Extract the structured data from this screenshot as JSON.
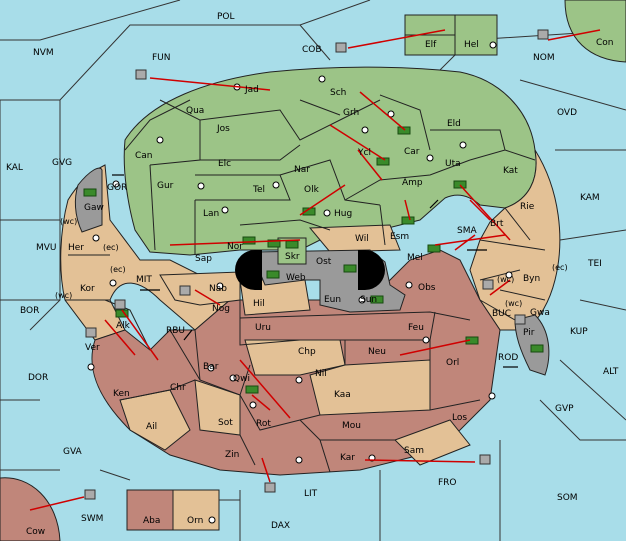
{
  "colors": {
    "sea": "#a8dde9",
    "green": "#9cc487",
    "tan": "#e3c196",
    "red": "#c0867a",
    "grey": "#9a9a9a",
    "black": "#000000",
    "arrow": "#d00000",
    "unit_green": "#3a8a2a"
  },
  "sea_labels": {
    "pol": "POL",
    "nvm": "NVM",
    "fun": "FUN",
    "cob": "COB",
    "nom": "NOM",
    "ovd": "OVD",
    "kal": "KAL",
    "gvg": "GVG",
    "gor": "GOR",
    "mvu": "MVU",
    "bor": "BOR",
    "mit": "MIT",
    "dor": "DOR",
    "rbu": "RBU",
    "gva": "GVA",
    "swm": "SWM",
    "lit": "LIT",
    "dax": "DAX",
    "fro": "FRO",
    "som": "SOM",
    "gvp": "GVP",
    "alt": "ALT",
    "kup": "KUP",
    "tei": "TEI",
    "kam": "KAM",
    "sma": "SMA",
    "buc": "BUC",
    "rod": "ROD"
  },
  "land_labels": {
    "elf": "Elf",
    "hel": "Hel",
    "con": "Con",
    "jad": "Jad",
    "sch": "Sch",
    "qua": "Qua",
    "grh": "Grh",
    "jos": "Jos",
    "can": "Can",
    "car": "Car",
    "eld": "Eld",
    "ycl": "Ycl",
    "uta": "Uta",
    "kat": "Kat",
    "elc": "Elc",
    "nar": "Nar",
    "amp": "Amp",
    "tel": "Tel",
    "olk": "Olk",
    "gur": "Gur",
    "lan": "Lan",
    "hug": "Hug",
    "rie": "Rie",
    "brt": "Brt",
    "esm": "Esm",
    "gaw": "Gaw",
    "nor": "Nor",
    "skr": "Skr",
    "wil": "Wil",
    "sap": "Sap",
    "ost": "Ost",
    "web": "Web",
    "mel": "Mel",
    "her": "Her",
    "byn": "Byn",
    "kor": "Kor",
    "nab": "Nab",
    "obs": "Obs",
    "hil": "Hil",
    "eun": "Eun",
    "sun": "Sun",
    "gwa": "Gwa",
    "nog": "Nog",
    "alk": "Alk",
    "pir": "Pir",
    "uru": "Uru",
    "feu": "Feu",
    "ver": "Ver",
    "chp": "Chp",
    "neu": "Neu",
    "orl": "Orl",
    "bar": "Bar",
    "nil": "Nil",
    "qwi": "Qwi",
    "ken": "Ken",
    "chr": "Chr",
    "kaa": "Kaa",
    "los": "Los",
    "sot": "Sot",
    "ail": "Ail",
    "rot": "Rot",
    "mou": "Mou",
    "zin": "Zin",
    "kar": "Kar",
    "sam": "Sam",
    "cow": "Cow",
    "aba": "Aba",
    "orn": "Orn"
  },
  "coast_labels": {
    "wc1": "(wc)",
    "ec1": "(ec)",
    "ec2": "(ec)",
    "wc2": "(wc)",
    "wc3": "(wc)",
    "ec3": "(ec)",
    "wc4": "(wc)"
  }
}
